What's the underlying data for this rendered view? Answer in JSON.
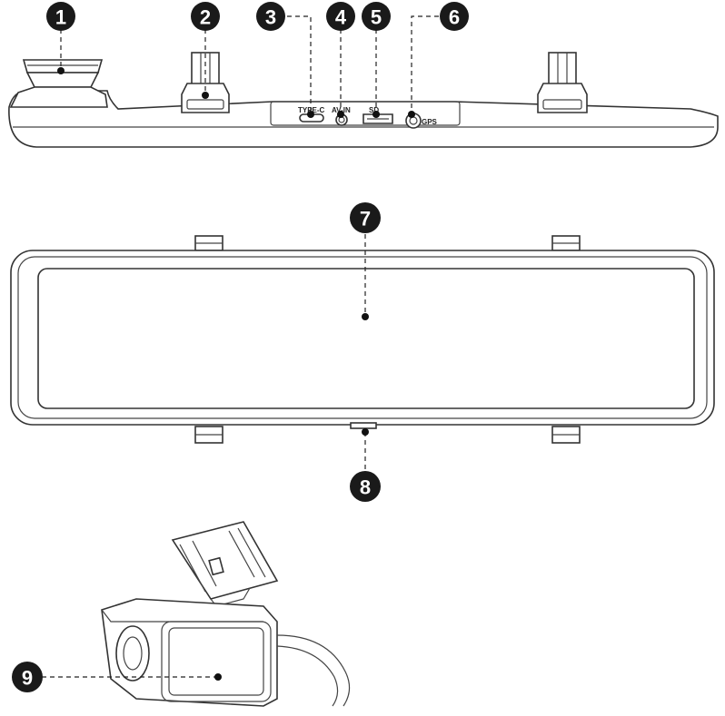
{
  "callouts": [
    {
      "id": "1",
      "label": "1"
    },
    {
      "id": "2",
      "label": "2"
    },
    {
      "id": "3",
      "label": "3"
    },
    {
      "id": "4",
      "label": "4"
    },
    {
      "id": "5",
      "label": "5"
    },
    {
      "id": "6",
      "label": "6"
    },
    {
      "id": "7",
      "label": "7"
    },
    {
      "id": "8",
      "label": "8"
    },
    {
      "id": "9",
      "label": "9"
    }
  ],
  "port_labels": {
    "type_c": "TYPE-C",
    "av_in": "AV-IN",
    "sd": "SD",
    "gps": "GPS"
  }
}
